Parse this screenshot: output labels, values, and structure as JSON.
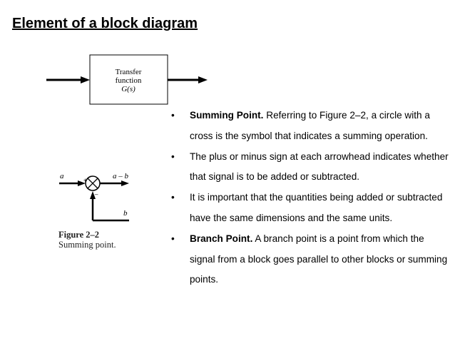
{
  "slide": {
    "title": "Element of a block diagram"
  },
  "block_figure": {
    "line1": "Transfer",
    "line2": "function",
    "line3": "G(s)"
  },
  "summing_figure": {
    "input_a": "a",
    "output": "a – b",
    "input_b": "b",
    "plus_sign": "+",
    "minus_sign": "–",
    "caption_number": "Figure 2–2",
    "caption_text": "Summing point."
  },
  "bullets": [
    {
      "bold": "Summing Point.",
      "text": " Referring to Figure 2–2, a circle with a cross is the symbol that indicates a summing operation."
    },
    {
      "bold": "",
      "text": "The plus or minus sign at each arrowhead indicates whether that signal is to be added or subtracted."
    },
    {
      "bold": "",
      "text": "It is important that the quantities being added or subtracted have the same dimensions and the same units."
    },
    {
      "bold": "Branch Point.",
      "text": " A branch point is a point from which the signal from a block goes parallel to other blocks or summing points."
    }
  ],
  "bullet_symbol": "•"
}
